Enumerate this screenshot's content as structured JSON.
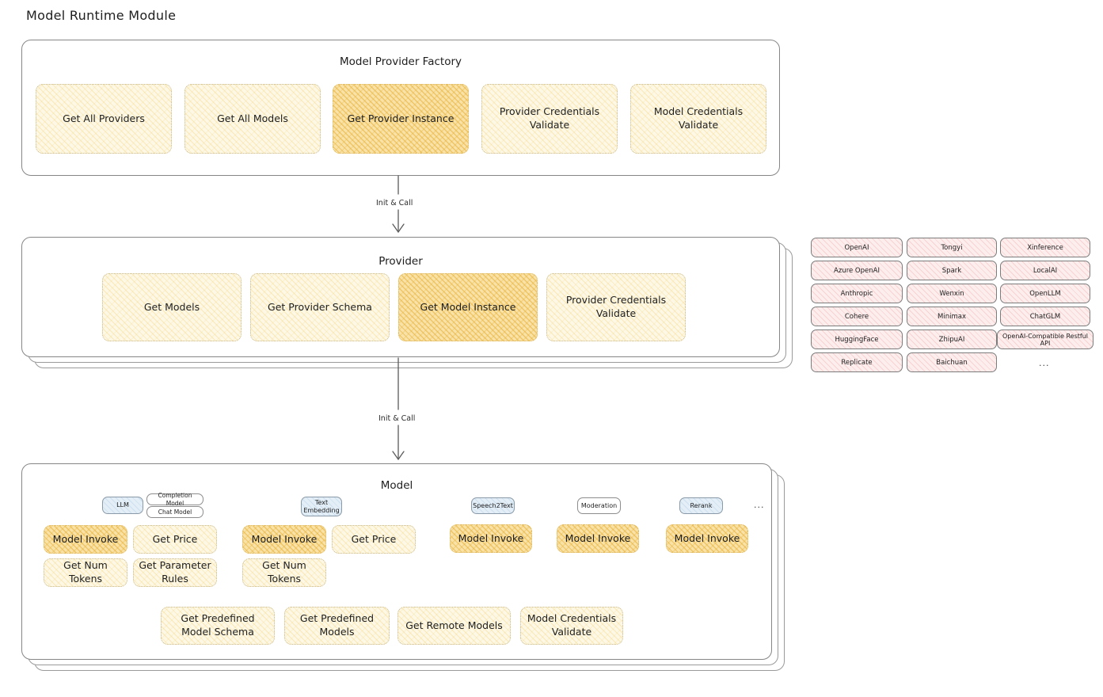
{
  "page": {
    "title": "Model Runtime Module"
  },
  "colors": {
    "node_fill": "#fdf8e6",
    "node_highlight_fill": "#f8e2a8",
    "node_border": "#c9b98a",
    "provider_chip_fill": "#fdeeee",
    "tag_blue_fill": "#e3eef7",
    "container_border": "#868686",
    "text": "#1e1e1e"
  },
  "factory": {
    "title": "Model Provider Factory",
    "nodes": [
      {
        "label": "Get All Providers",
        "highlighted": false
      },
      {
        "label": "Get All Models",
        "highlighted": false
      },
      {
        "label": "Get Provider Instance",
        "highlighted": true
      },
      {
        "label": "Provider Credentials Validate",
        "highlighted": false
      },
      {
        "label": "Model Credentials Validate",
        "highlighted": false
      }
    ]
  },
  "arrows": [
    {
      "label": "Init & Call"
    },
    {
      "label": "Init & Call"
    }
  ],
  "provider": {
    "title": "Provider",
    "nodes": [
      {
        "label": "Get Models",
        "highlighted": false
      },
      {
        "label": "Get Provider Schema",
        "highlighted": false
      },
      {
        "label": "Get Model Instance",
        "highlighted": true
      },
      {
        "label": "Provider Credentials Validate",
        "highlighted": false
      }
    ]
  },
  "provider_list": {
    "columns": [
      {
        "items": [
          "OpenAI",
          "Azure OpenAI",
          "Anthropic",
          "Cohere",
          "HuggingFace",
          "Replicate"
        ]
      },
      {
        "items": [
          "Tongyi",
          "Spark",
          "Wenxin",
          "Minimax",
          "ZhipuAI",
          "Baichuan"
        ]
      },
      {
        "items": [
          "Xinference",
          "LocalAI",
          "OpenLLM",
          "ChatGLM",
          "OpenAI-Compatible Restful API"
        ]
      }
    ],
    "more": "..."
  },
  "model": {
    "title": "Model",
    "more": "...",
    "types": [
      {
        "tag": "LLM",
        "tag_style": "blue",
        "sub_tags": [
          "Completion Model",
          "Chat Model"
        ],
        "methods": [
          "Model Invoke",
          "Get Price",
          "Get Num Tokens",
          "Get Parameter Rules"
        ],
        "highlighted_methods": [
          "Model Invoke"
        ]
      },
      {
        "tag": "Text Embedding",
        "tag_style": "blue",
        "sub_tags": [],
        "methods": [
          "Model Invoke",
          "Get Price",
          "Get Num Tokens"
        ],
        "highlighted_methods": [
          "Model Invoke"
        ]
      },
      {
        "tag": "Speech2Text",
        "tag_style": "blue",
        "sub_tags": [],
        "methods": [
          "Model Invoke"
        ],
        "highlighted_methods": [
          "Model Invoke"
        ]
      },
      {
        "tag": "Moderation",
        "tag_style": "plain",
        "sub_tags": [],
        "methods": [
          "Model Invoke"
        ],
        "highlighted_methods": [
          "Model Invoke"
        ]
      },
      {
        "tag": "Rerank",
        "tag_style": "blue",
        "sub_tags": [],
        "methods": [
          "Model Invoke"
        ],
        "highlighted_methods": [
          "Model Invoke"
        ]
      }
    ],
    "common_methods": [
      "Get Predefined Model Schema",
      "Get Predefined Models",
      "Get Remote Models",
      "Model Credentials Validate"
    ]
  }
}
